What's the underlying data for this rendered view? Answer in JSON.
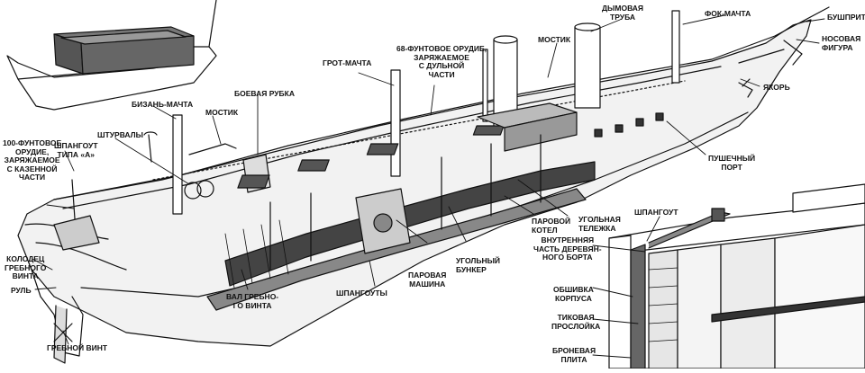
{
  "labels": {
    "bowsprit": "БУШПРИТ",
    "foremast": "ФОК-МАЧТА",
    "smokestack": "ДЫМОВАЯ\nТРУБА",
    "figurehead": "НОСОВАЯ\nФИГУРА",
    "bridge_fore": "МОСТИК",
    "gun_68": "68-ФУНТОВОЕ ОРУДИЕ,\nЗАРЯЖАЕМОЕ\nС ДУЛЬНОЙ\nЧАСТИ",
    "mainmast": "ГРОТ-МАЧТА",
    "anchor": "ЯКОРЬ",
    "mizzen": "БИЗАНЬ-МАЧТА",
    "bridge_aft": "МОСТИК",
    "conning_tower": "БОЕВАЯ РУБКА",
    "wheels": "ШТУРВАЛЫ",
    "gun_100": "100-ФУНТОВОЕ\nОРУДИЕ,\nЗАРЯЖАЕМОЕ\nС КАЗЕННОЙ\nЧАСТИ",
    "frame_a": "ШПАНГОУТ\nТИПА «А»",
    "gun_port": "ПУШЕЧНЫЙ\nПОРТ",
    "coal_cart": "УГОЛЬНАЯ\nТЕЛЕЖКА",
    "boiler": "ПАРОВОЙ\nКОТЕЛ",
    "coal_bunker": "УГОЛЬНЫЙ\nБУНКЕР",
    "engine": "ПАРОВАЯ\nМАШИНА",
    "frames": "ШПАНГОУТЫ",
    "shaft": "ВАЛ ГРЕБНО-\nГО ВИНТА",
    "propeller_well": "КОЛОДЕЦ\nГРЕБНОГО\nВИНТА",
    "rudder": "РУЛЬ",
    "propeller": "ГРЕБНОЙ ВИНТ",
    "frame_detail": "ШПАНГОУТ",
    "inner_wood": "ВНУТРЕННЯЯ\nЧАСТЬ ДЕРЕВЯН-\nНОГО БОРТА",
    "hull_plating": "ОБШИВКА\nКОРПУСА",
    "teak": "ТИКОВАЯ\nПРОСЛОЙКА",
    "armor": "БРОНЕВАЯ\nПЛИТА"
  }
}
